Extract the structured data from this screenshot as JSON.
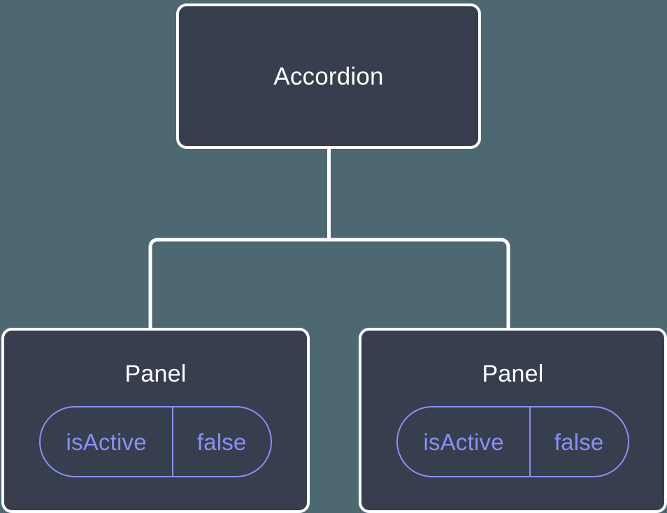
{
  "diagram": {
    "type": "component-tree",
    "background_color": "#4d6871",
    "node_fill_color": "#373f4e",
    "node_border_color": "#ffffff",
    "edge_color": "#ffffff",
    "accent_color": "#8b8ff5",
    "root": {
      "label": "Accordion"
    },
    "children": [
      {
        "label": "Panel",
        "state": {
          "key": "isActive",
          "value": "false"
        }
      },
      {
        "label": "Panel",
        "state": {
          "key": "isActive",
          "value": "false"
        }
      }
    ]
  }
}
